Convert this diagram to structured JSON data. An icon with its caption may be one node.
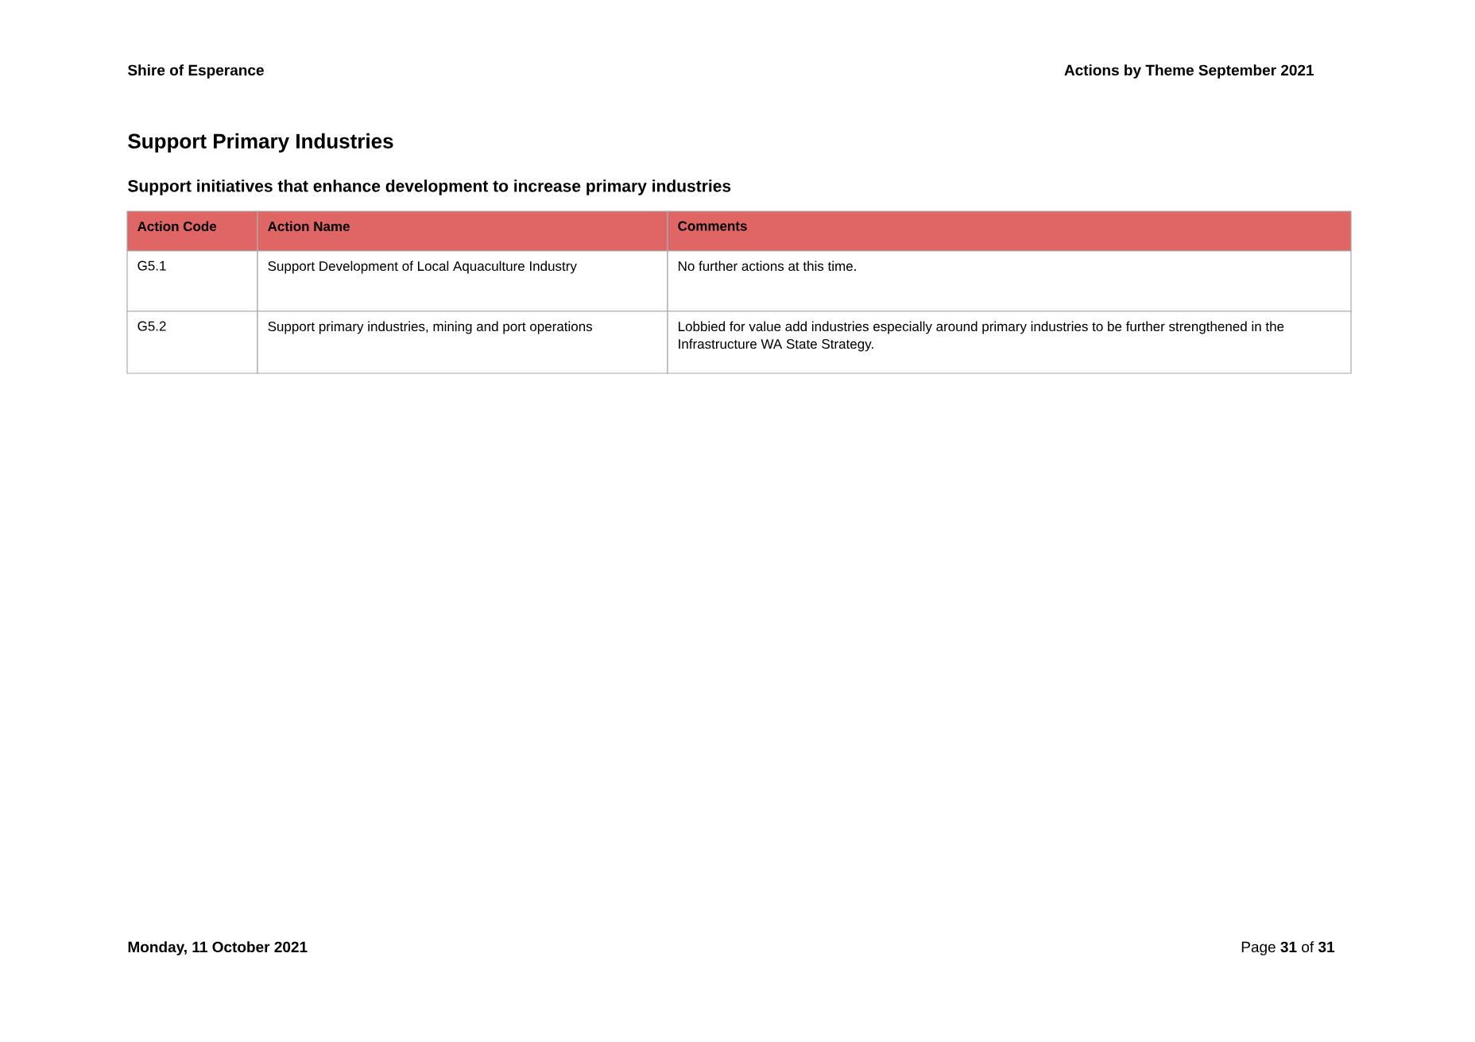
{
  "diagram": {
    "title": "Support Primary Industries",
    "labels": [
      "Shire of Esperance",
      "Actions by Theme September 2021",
      "Support initiatives that enhance development to increase primary industries",
      "Action Code",
      "Action Name",
      "Comments",
      "G5.1",
      "Support Development of Local Aquaculture Industry",
      "No further actions at this time.",
      "G5.2",
      "Support primary industries, mining and port operations",
      "Lobbied for value add industries especially around primary industries to be further strengthened in the Infrastructure WA State Strategy.",
      "Monday, 11 October 2021",
      "Page **31** of **31**"
    ]
  }
}
